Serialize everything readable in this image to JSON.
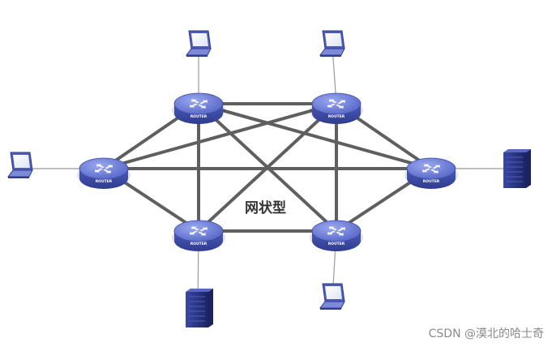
{
  "diagram": {
    "center_label": "网状型",
    "router_label": "ROUTER",
    "watermark": "CSDN @漠北的哈士奇",
    "colors": {
      "link": "#5f5f5f",
      "access_link": "#9a9a9a",
      "router_top": "#6f7fd8",
      "router_side": "#4050a8",
      "laptop": "#4c5cb8",
      "server": "#2e3a8c"
    },
    "routers": [
      {
        "id": "r-top-left",
        "label": "ROUTER"
      },
      {
        "id": "r-top-right",
        "label": "ROUTER"
      },
      {
        "id": "r-left",
        "label": "ROUTER"
      },
      {
        "id": "r-right",
        "label": "ROUTER"
      },
      {
        "id": "r-bottom-left",
        "label": "ROUTER"
      },
      {
        "id": "r-bottom-right",
        "label": "ROUTER"
      }
    ],
    "links": [
      [
        "r-top-left",
        "r-top-right"
      ],
      [
        "r-top-left",
        "r-left"
      ],
      [
        "r-top-left",
        "r-bottom-left"
      ],
      [
        "r-top-left",
        "r-bottom-right"
      ],
      [
        "r-top-right",
        "r-right"
      ],
      [
        "r-top-right",
        "r-bottom-right"
      ],
      [
        "r-top-right",
        "r-bottom-left"
      ],
      [
        "r-left",
        "r-right"
      ],
      [
        "r-left",
        "r-bottom-left"
      ],
      [
        "r-left",
        "r-top-right"
      ],
      [
        "r-right",
        "r-bottom-right"
      ],
      [
        "r-right",
        "r-top-left"
      ],
      [
        "r-bottom-left",
        "r-bottom-right"
      ]
    ],
    "endpoints": [
      {
        "id": "laptop-top-left",
        "type": "laptop",
        "router": "r-top-left"
      },
      {
        "id": "laptop-top-right",
        "type": "laptop",
        "router": "r-top-right"
      },
      {
        "id": "laptop-left",
        "type": "laptop",
        "router": "r-left"
      },
      {
        "id": "server-right",
        "type": "server",
        "router": "r-right"
      },
      {
        "id": "server-bottom-left",
        "type": "server",
        "router": "r-bottom-left"
      },
      {
        "id": "laptop-bottom-right",
        "type": "laptop",
        "router": "r-bottom-right"
      }
    ]
  }
}
